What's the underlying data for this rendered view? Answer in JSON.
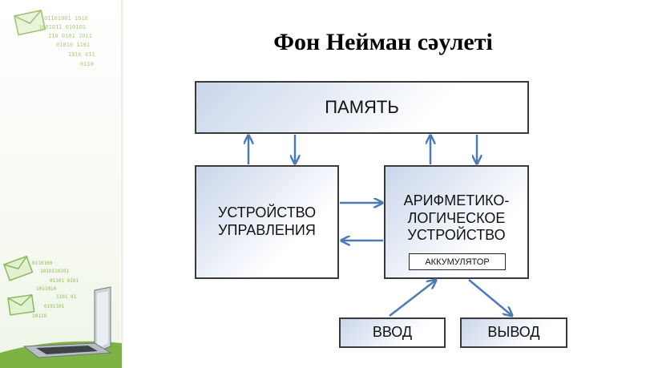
{
  "slide": {
    "title": "Фон Нейман сәулеті"
  },
  "diagram": {
    "memory": "ПАМЯТЬ",
    "control_unit": "УСТРОЙСТВО УПРАВЛЕНИЯ",
    "alu": "АРИФМЕТИКО-ЛОГИЧЕСКОЕ УСТРОЙСТВО",
    "accumulator": "АККУМУЛЯТОР",
    "input": "ВВОД",
    "output": "ВЫВОД"
  },
  "colors": {
    "arrow": "#4a7ab8",
    "box_border": "#3a3a3a",
    "box_fill_start": "#c9d6ea",
    "accent_green": "#7cb342"
  },
  "icons": [
    "envelope-icon",
    "binary-stream-icon",
    "laptop-icon"
  ]
}
